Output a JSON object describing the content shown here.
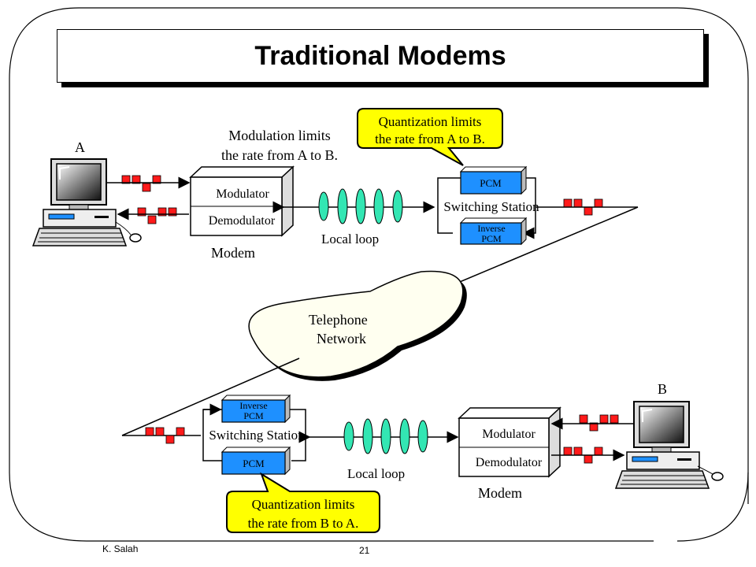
{
  "slide": {
    "title": "Traditional Modems",
    "author": "K. Salah",
    "page_number": "21"
  },
  "top": {
    "host_label": "A",
    "modulation_note_line1": "Modulation limits",
    "modulation_note_line2": "the rate from A to B.",
    "modulator": "Modulator",
    "demodulator": "Demodulator",
    "modem_label": "Modem",
    "local_loop": "Local  loop",
    "switching_station": "Switching Station",
    "pcm": "PCM",
    "inverse_pcm_line1": "Inverse",
    "inverse_pcm_line2": "PCM",
    "callout_line1": "Quantization limits",
    "callout_line2": "the rate from A to B."
  },
  "network": {
    "line1": "Telephone",
    "line2": "Network"
  },
  "bottom": {
    "host_label": "B",
    "modulator": "Modulator",
    "demodulator": "Demodulator",
    "modem_label": "Modem",
    "local_loop": "Local  loop",
    "switching_station": "Switching Station",
    "pcm": "PCM",
    "inverse_pcm_line1": "Inverse",
    "inverse_pcm_line2": "PCM",
    "callout_line1": "Quantization limits",
    "callout_line2": "the rate from B to A."
  },
  "colors": {
    "pcm_fill": "#1e90ff",
    "bit_red": "#ff1a1a",
    "callout_fill": "#ffff00",
    "cloud_fill": "#fffff0",
    "wave_fill": "#33e6b3"
  }
}
